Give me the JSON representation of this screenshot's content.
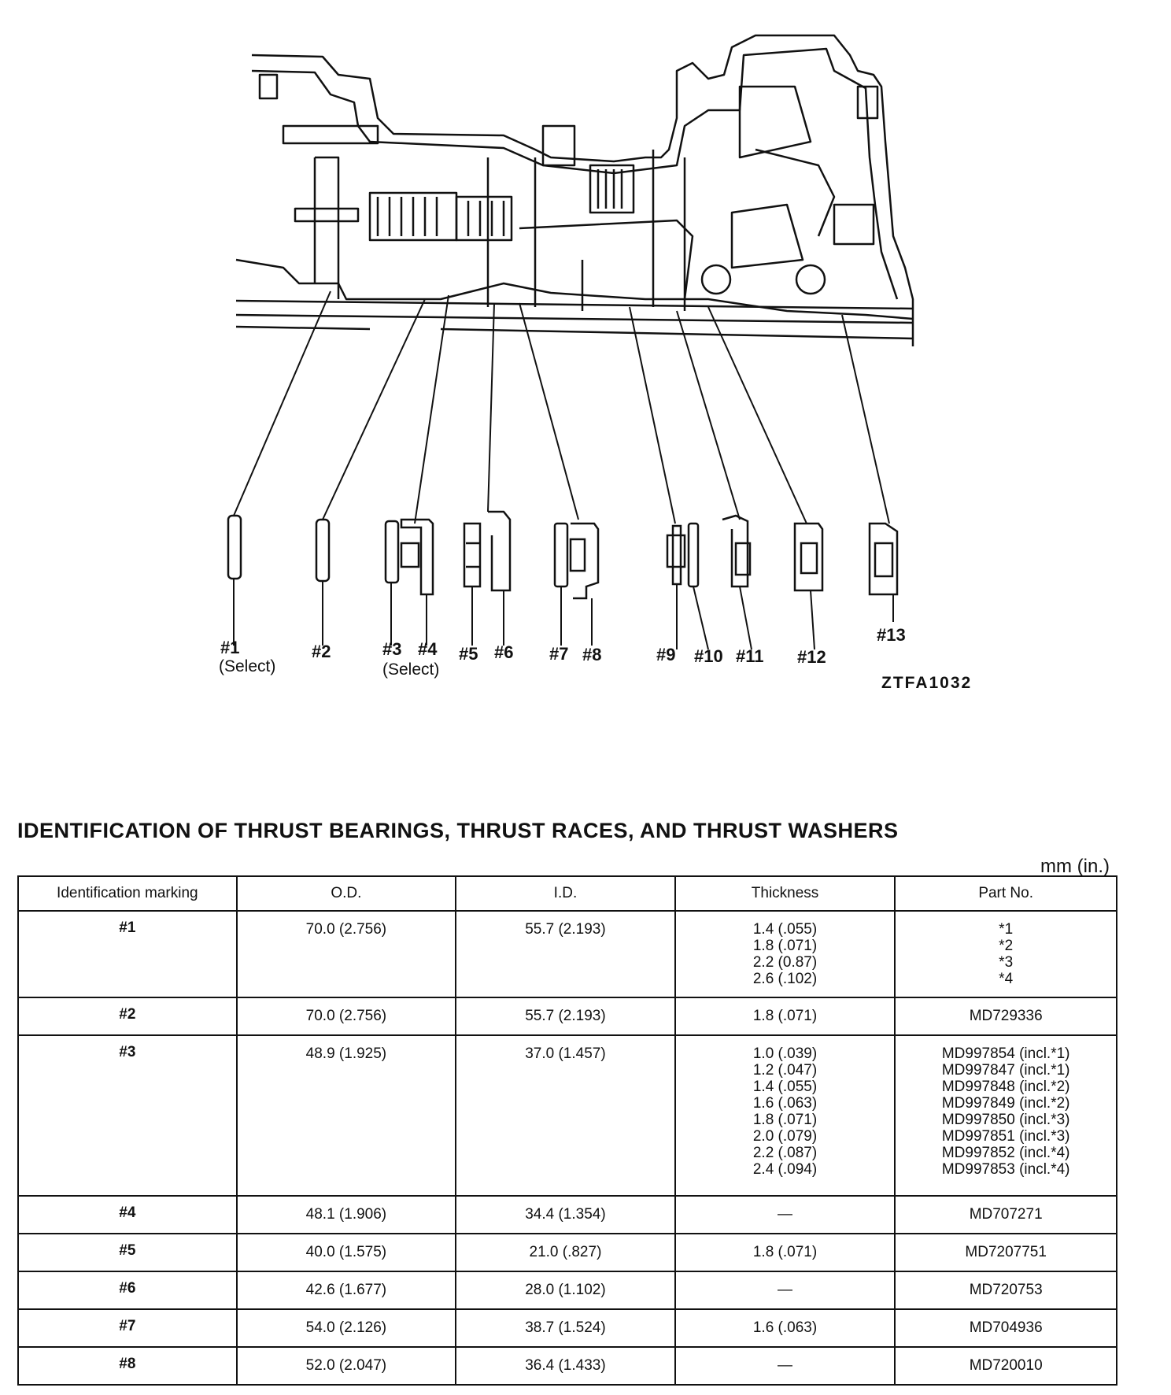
{
  "diagram": {
    "figure_code": "ZTFA1032",
    "callouts": [
      {
        "id": "c1",
        "label": "#1",
        "note": "(Select)"
      },
      {
        "id": "c2",
        "label": "#2",
        "note": ""
      },
      {
        "id": "c3",
        "label": "#3",
        "note": "(Select)"
      },
      {
        "id": "c4",
        "label": "#4",
        "note": ""
      },
      {
        "id": "c5",
        "label": "#5",
        "note": ""
      },
      {
        "id": "c6",
        "label": "#6",
        "note": ""
      },
      {
        "id": "c7",
        "label": "#7",
        "note": ""
      },
      {
        "id": "c8",
        "label": "#8",
        "note": ""
      },
      {
        "id": "c9",
        "label": "#9",
        "note": ""
      },
      {
        "id": "c10",
        "label": "#10",
        "note": ""
      },
      {
        "id": "c11",
        "label": "#11",
        "note": ""
      },
      {
        "id": "c12",
        "label": "#12",
        "note": ""
      },
      {
        "id": "c13",
        "label": "#13",
        "note": ""
      }
    ]
  },
  "section": {
    "title": "IDENTIFICATION OF THRUST BEARINGS, THRUST RACES, AND THRUST WASHERS",
    "units": "mm (in.)"
  },
  "table": {
    "headers": [
      "Identification marking",
      "O.D.",
      "I.D.",
      "Thickness",
      "Part No."
    ],
    "rows": [
      {
        "mark": "#1",
        "od": "70.0 (2.756)",
        "id": "55.7 (2.193)",
        "thickness": [
          "1.4 (.055)",
          "1.8 (.071)",
          "2.2 (0.87)",
          "2.6 (.102)"
        ],
        "part": [
          "*1",
          "*2",
          "*3",
          "*4"
        ]
      },
      {
        "mark": "#2",
        "od": "70.0 (2.756)",
        "id": "55.7 (2.193)",
        "thickness": [
          "1.8 (.071)"
        ],
        "part": [
          "MD729336"
        ]
      },
      {
        "mark": "#3",
        "od": "48.9 (1.925)",
        "id": "37.0 (1.457)",
        "thickness": [
          "1.0 (.039)",
          "1.2 (.047)",
          "1.4 (.055)",
          "1.6 (.063)",
          "1.8 (.071)",
          "2.0 (.079)",
          "2.2 (.087)",
          "2.4 (.094)"
        ],
        "part": [
          "MD997854 (incl.*1)",
          "MD997847 (incl.*1)",
          "MD997848 (incl.*2)",
          "MD997849 (incl.*2)",
          "MD997850 (incl.*3)",
          "MD997851 (incl.*3)",
          "MD997852 (incl.*4)",
          "MD997853 (incl.*4)"
        ]
      },
      {
        "mark": "#4",
        "od": "48.1 (1.906)",
        "id": "34.4 (1.354)",
        "thickness": [
          "—"
        ],
        "part": [
          "MD707271"
        ]
      },
      {
        "mark": "#5",
        "od": "40.0 (1.575)",
        "id": "21.0 (.827)",
        "thickness": [
          "1.8 (.071)"
        ],
        "part": [
          "MD7207751"
        ]
      },
      {
        "mark": "#6",
        "od": "42.6 (1.677)",
        "id": "28.0 (1.102)",
        "thickness": [
          "—"
        ],
        "part": [
          "MD720753"
        ]
      },
      {
        "mark": "#7",
        "od": "54.0 (2.126)",
        "id": "38.7 (1.524)",
        "thickness": [
          "1.6 (.063)"
        ],
        "part": [
          "MD704936"
        ]
      },
      {
        "mark": "#8",
        "od": "52.0 (2.047)",
        "id": "36.4 (1.433)",
        "thickness": [
          "—"
        ],
        "part": [
          "MD720010"
        ]
      }
    ]
  }
}
